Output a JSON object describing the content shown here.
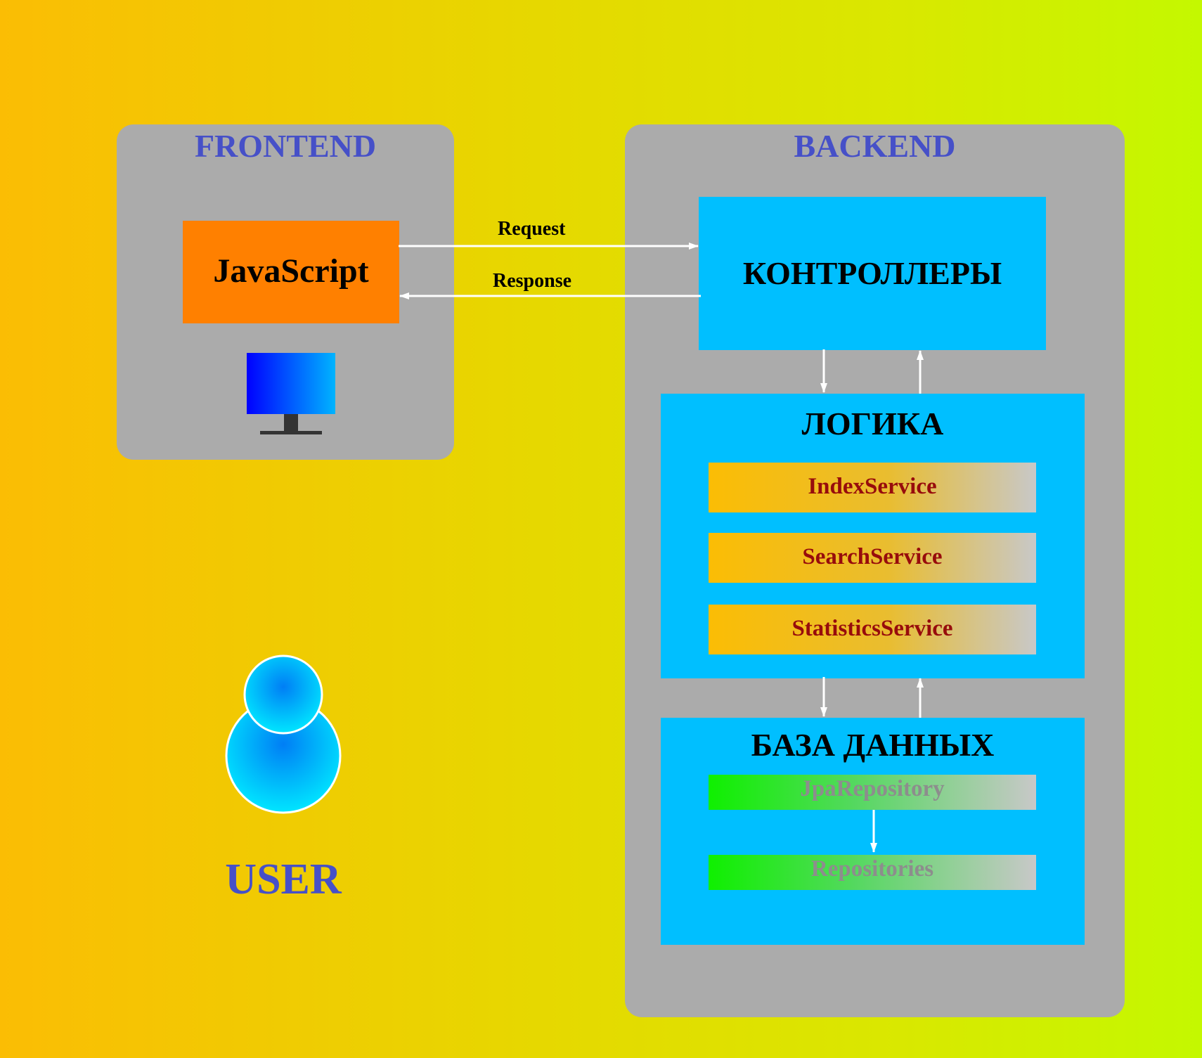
{
  "frontend": {
    "title": "FRONTEND",
    "client_label": "JavaScript",
    "icon": "monitor-icon"
  },
  "backend": {
    "title": "BACKEND",
    "controllers": {
      "title": "КОНТРОЛЛЕРЫ"
    },
    "logic": {
      "title": "ЛОГИКА",
      "services": [
        "IndexService",
        "SearchService",
        "StatisticsService"
      ]
    },
    "database": {
      "title": "БАЗА ДАННЫХ",
      "items": [
        "JpaRepository",
        "Repositories"
      ]
    }
  },
  "arrows": {
    "request": "Request",
    "response": "Response"
  },
  "user": {
    "label": "USER",
    "icon": "user-icon"
  },
  "colors": {
    "panel": "#ababab",
    "panel_title": "#4650c8",
    "block": "#00bfff",
    "client": "#ff8000",
    "service_text": "#970c0c",
    "repo_text": "#8d8d8d",
    "arrow": "#ffffff"
  }
}
